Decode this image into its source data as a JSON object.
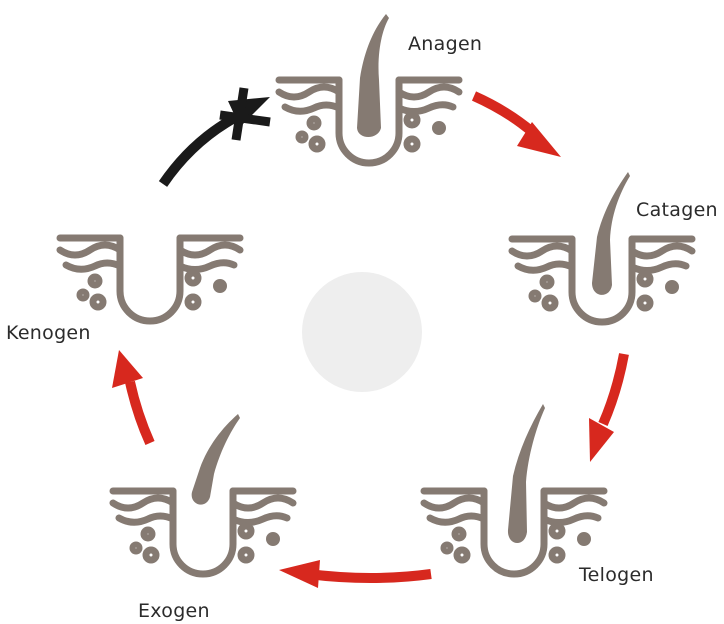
{
  "stages": [
    {
      "name": "Anagen"
    },
    {
      "name": "Catagen"
    },
    {
      "name": "Telogen"
    },
    {
      "name": "Exogen"
    },
    {
      "name": "Kenogen"
    }
  ],
  "colors": {
    "skin": "#857a72",
    "arrow": "#d7281e",
    "blocked_arrow": "#1a1a1a",
    "center_circle": "#eeeeee",
    "label_text": "#2b2b2b"
  }
}
